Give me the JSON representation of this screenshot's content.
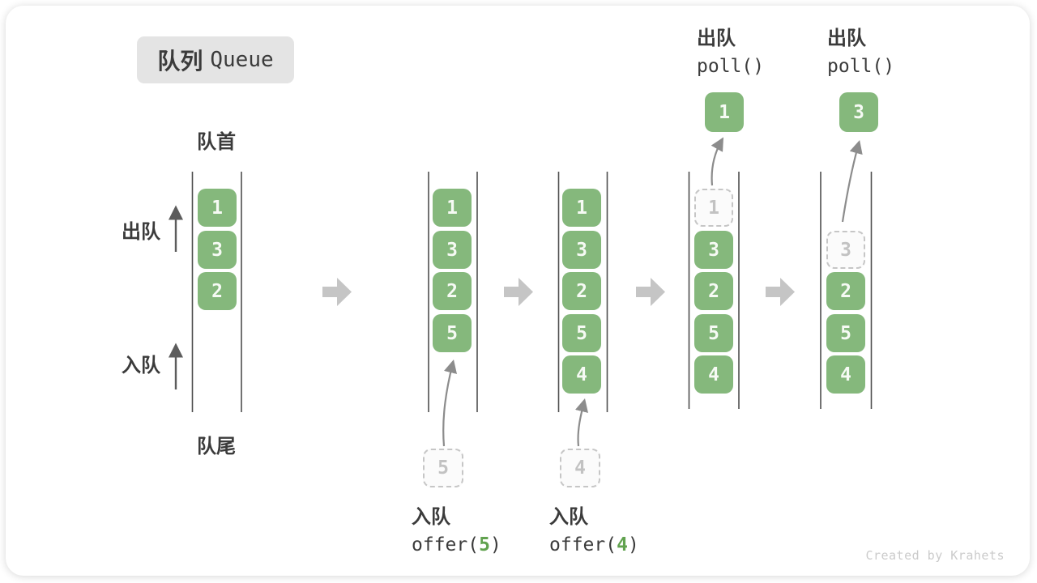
{
  "title": {
    "zh": "队列",
    "en": "Queue"
  },
  "labels": {
    "front": "队首",
    "rear": "队尾",
    "dequeue": "出队",
    "enqueue": "入队"
  },
  "states": [
    {
      "cells": [
        "1",
        "3",
        "2"
      ]
    },
    {
      "cells": [
        "1",
        "3",
        "2",
        "5"
      ],
      "staged": "5"
    },
    {
      "cells": [
        "1",
        "3",
        "2",
        "5",
        "4"
      ],
      "staged": "4"
    },
    {
      "removed": "1",
      "cells": [
        "3",
        "2",
        "5",
        "4"
      ],
      "output": "1"
    },
    {
      "removed": "3",
      "cells": [
        "2",
        "5",
        "4"
      ],
      "output": "3"
    }
  ],
  "operations": {
    "offer5": {
      "label": "入队",
      "fn_open": "offer(",
      "arg": "5",
      "fn_close": ")"
    },
    "offer4": {
      "label": "入队",
      "fn_open": "offer(",
      "arg": "4",
      "fn_close": ")"
    },
    "poll1": {
      "label": "出队",
      "fn": "poll()"
    },
    "poll2": {
      "label": "出队",
      "fn": "poll()"
    }
  },
  "watermark": "Created by Krahets",
  "colors": {
    "item_green": "#85b87c",
    "code_arg_green": "#61a24f",
    "step_arrow_gray": "#c5c5c5",
    "title_bg": "#e4e4e4",
    "text_dark": "#3b3b3b"
  }
}
